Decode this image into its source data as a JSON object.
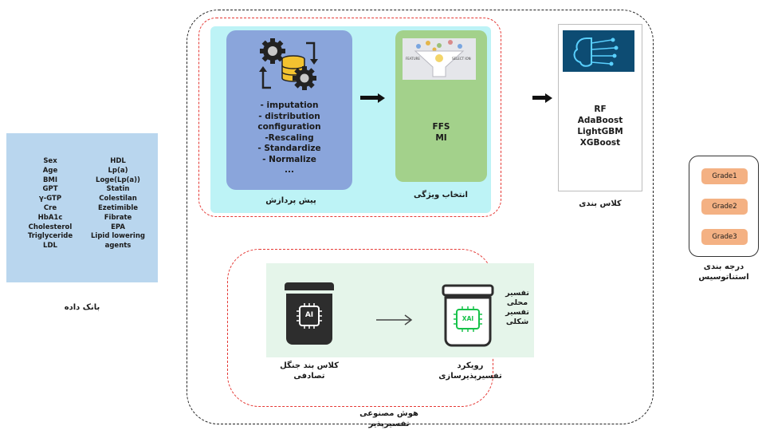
{
  "data_bank": {
    "features_left": [
      "Sex",
      "Age",
      "BMI",
      "GPT",
      "γ-GTP",
      "Cre",
      "HbA1c",
      "Cholesterol",
      "Triglyceride",
      "LDL"
    ],
    "features_right": [
      "HDL",
      "Lp(a)",
      "Loge(Lp(a))",
      "Statin",
      "Colestilan",
      "Ezetimible",
      "Fibrate",
      "EPA",
      "Lipid lowering",
      "agents"
    ],
    "label": "بانک داده"
  },
  "preprocessing": {
    "steps": [
      "- imputation",
      "- distribution configuration",
      "-Rescaling",
      "- Standardize",
      "- Normalize",
      "..."
    ],
    "label": "پیش پردازش"
  },
  "feature_selection": {
    "methods": [
      "FFS",
      "MI"
    ],
    "label": "انتخاب ویژگی",
    "image_texts": [
      "FEATURE",
      "SELECT ION"
    ]
  },
  "classification": {
    "models": [
      "RF",
      "AdaBoost",
      "LightGBM",
      "XGBoost"
    ],
    "label": "کلاس بندی"
  },
  "grading": {
    "grades": [
      "Grade1",
      "Grade2",
      "Grade3"
    ],
    "label_line1": "درجه بندی",
    "label_line2": "استناتوسیس"
  },
  "xai": {
    "ai_chip": "AI",
    "xai_chip": "XAI",
    "rf_label_line1": "کلاس بند جنگل",
    "rf_label_line2": "تصادفی",
    "approach_label_line1": "رویکرد",
    "approach_label_line2": "تفسیرپذیرسازی",
    "local_label": "تفسیر محلی",
    "shape_label": "تفسیر شکلی",
    "group_label_line1": "هوش مصنوعی",
    "group_label_line2": "تفسیرپذیر"
  },
  "colors": {
    "data_bank": "#b9d6ee",
    "prep_box": "#8aa5db",
    "prep_bg": "#bdf3f6",
    "fs_box": "#a3d18b",
    "dashed_red": "#e53935",
    "grade": "#f4b183",
    "xai_bg": "#e5f5ea",
    "chip_green": "#17c24a"
  }
}
